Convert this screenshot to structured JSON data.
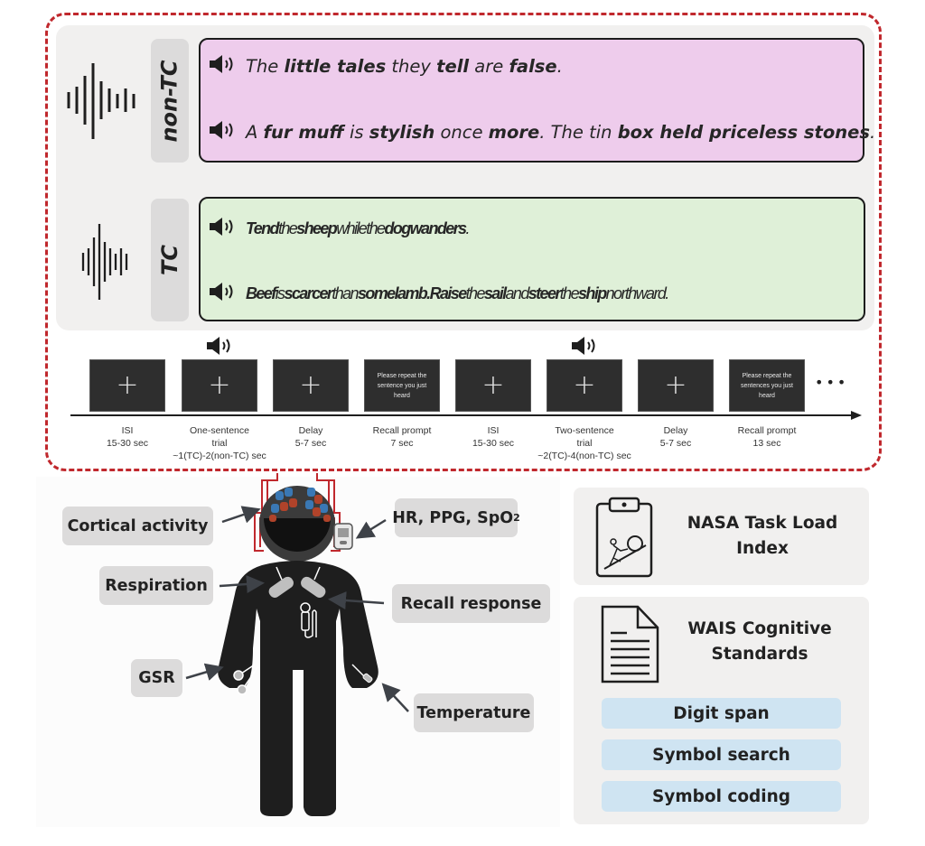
{
  "stimuli": {
    "conditions": [
      {
        "label": "non-TC",
        "color": "#eeccec",
        "waveform": "wide-waveform-icon",
        "sentences": [
          [
            {
              "t": "The ",
              "s": "it"
            },
            {
              "t": "little tales",
              "s": "bd"
            },
            {
              "t": " they ",
              "s": "it"
            },
            {
              "t": "tell",
              "s": "bd"
            },
            {
              "t": " are ",
              "s": "it"
            },
            {
              "t": "false",
              "s": "bd"
            },
            {
              "t": ".",
              "s": "it"
            }
          ],
          [
            {
              "t": "A ",
              "s": "it"
            },
            {
              "t": "fur muff",
              "s": "bd"
            },
            {
              "t": " is ",
              "s": "it"
            },
            {
              "t": "stylish",
              "s": "bd"
            },
            {
              "t": " once ",
              "s": "it"
            },
            {
              "t": "more",
              "s": "bd"
            },
            {
              "t": ". The tin ",
              "s": "it"
            },
            {
              "t": "box held priceless stones",
              "s": "bd"
            },
            {
              "t": ".",
              "s": "it"
            }
          ]
        ]
      },
      {
        "label": "TC",
        "color": "#dff0d8",
        "waveform": "compressed-waveform-icon",
        "sentences": [
          [
            {
              "t": "Tend",
              "s": "bd"
            },
            {
              "t": "the",
              "s": "it"
            },
            {
              "t": "sheep",
              "s": "bd"
            },
            {
              "t": "whilethe",
              "s": "it"
            },
            {
              "t": "dog",
              "s": "bd"
            },
            {
              "t": "wanders",
              "s": "bd"
            },
            {
              "t": ".",
              "s": "it"
            }
          ],
          [
            {
              "t": "Beef",
              "s": "bd"
            },
            {
              "t": "is",
              "s": "it"
            },
            {
              "t": "scarcer",
              "s": "bd"
            },
            {
              "t": "than",
              "s": "it"
            },
            {
              "t": "somelamb.",
              "s": "bd"
            },
            {
              "t": "Raise",
              "s": "bd"
            },
            {
              "t": "the",
              "s": "it"
            },
            {
              "t": "sail",
              "s": "bd"
            },
            {
              "t": "and",
              "s": "it"
            },
            {
              "t": "steer",
              "s": "bd"
            },
            {
              "t": "the",
              "s": "it"
            },
            {
              "t": "ship",
              "s": "bd"
            },
            {
              "t": "northward.",
              "s": "it"
            }
          ]
        ]
      }
    ]
  },
  "timeline": {
    "steps": [
      {
        "screen": "fixation",
        "audio": false,
        "label": [
          "ISI",
          "15-30 sec"
        ]
      },
      {
        "screen": "fixation",
        "audio": true,
        "label": [
          "One-sentence",
          "trial",
          "~1(TC)-2(non-TC) sec"
        ]
      },
      {
        "screen": "fixation",
        "audio": false,
        "label": [
          "Delay",
          "5-7 sec"
        ]
      },
      {
        "screen": "prompt",
        "prompt": "Please repeat the sentence you just heard",
        "audio": false,
        "label": [
          "Recall prompt",
          "7 sec"
        ]
      },
      {
        "screen": "fixation",
        "audio": false,
        "label": [
          "ISI",
          "15-30 sec"
        ]
      },
      {
        "screen": "fixation",
        "audio": true,
        "label": [
          "Two-sentence",
          "trial",
          "~2(TC)-4(non-TC) sec"
        ]
      },
      {
        "screen": "fixation",
        "audio": false,
        "label": [
          "Delay",
          "5-7 sec"
        ]
      },
      {
        "screen": "prompt",
        "prompt": "Please repeat the sentences you just heard",
        "audio": false,
        "label": [
          "Recall prompt",
          "13 sec"
        ]
      }
    ],
    "ellipsis": "•••",
    "fixation_symbol": "+"
  },
  "sensors": {
    "cortical": "Cortical activity",
    "hr_prefix": "HR, PPG, SpO",
    "hr_sub": "2",
    "respiration": "Respiration",
    "recall": "Recall response",
    "gsr": "GSR",
    "temperature": "Temperature"
  },
  "assessments": {
    "nasa": {
      "title_line1": "NASA Task Load",
      "title_line2": "Index"
    },
    "wais": {
      "title_line1": "WAIS Cognitive",
      "title_line2": "Standards",
      "subtests": [
        "Digit span",
        "Symbol search",
        "Symbol coding"
      ]
    }
  },
  "colors": {
    "frame": "#c0282d",
    "non_tc_box": "#eeccec",
    "tc_box": "#dff0d8",
    "pill_blue": "#cfe4f2",
    "label_gray": "#dcdbdb"
  }
}
